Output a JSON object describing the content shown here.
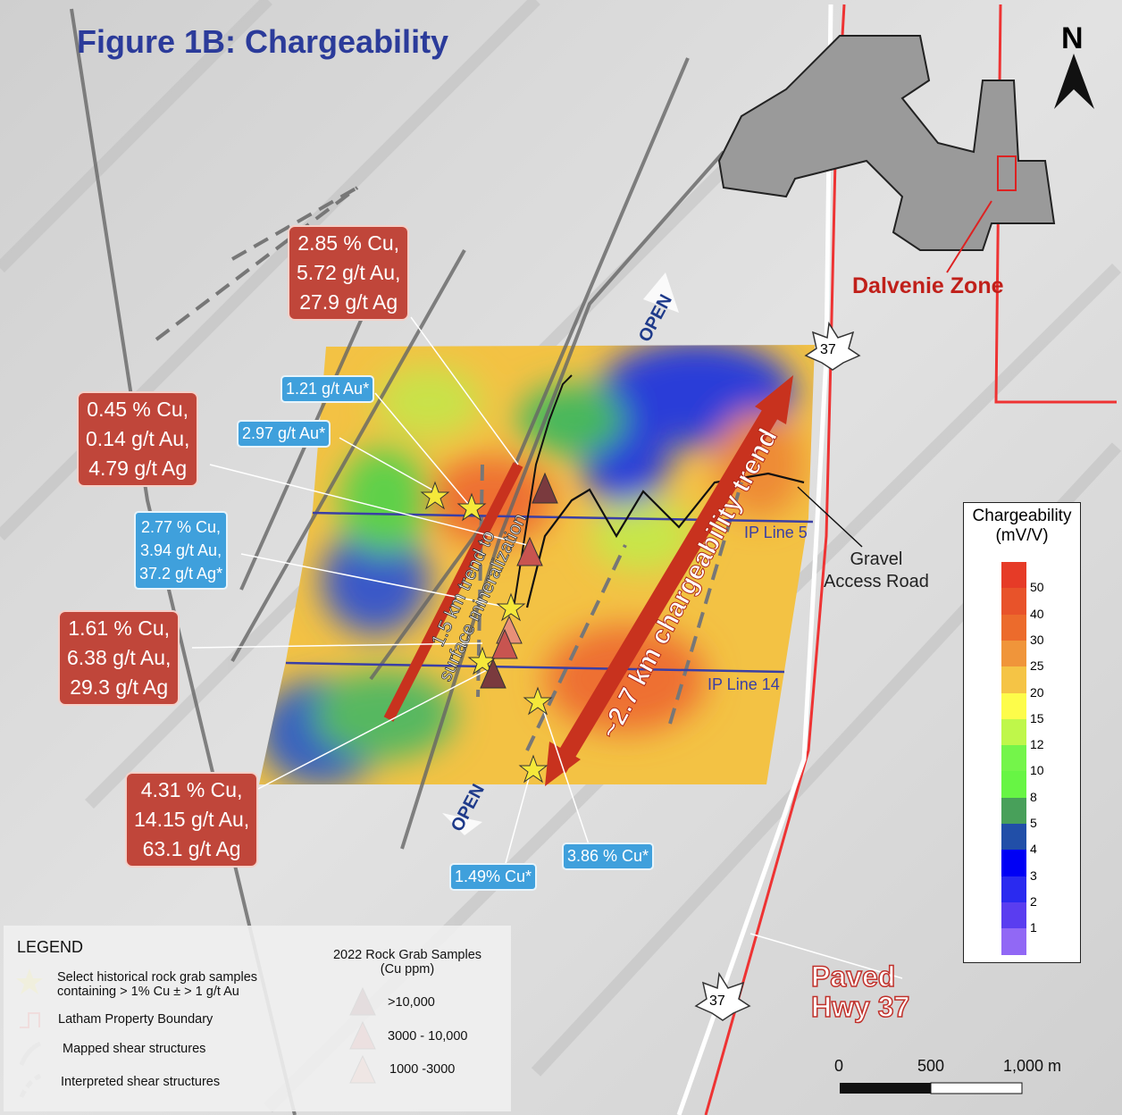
{
  "title": "Figure 1B: Chargeability",
  "north_label": "N",
  "zone_label": "Dalvenie Zone",
  "highway_shield": "37",
  "highway_label_line1": "Paved",
  "highway_label_line2": "Hwy 37",
  "road_label_line1": "Gravel",
  "road_label_line2": "Access Road",
  "ip_lines": [
    "IP Line 5",
    "IP Line 14"
  ],
  "open_labels": [
    "OPEN",
    "OPEN"
  ],
  "trend_labels": {
    "main": "~2.7 km chargeability trend",
    "secondary_line1": "1.5 km trend to",
    "secondary_line2": "surface mineralization"
  },
  "assay_boxes_red": [
    [
      "2.85 % Cu,",
      "5.72 g/t Au,",
      "27.9 g/t Ag"
    ],
    [
      "0.45 % Cu,",
      "0.14 g/t Au,",
      "4.79 g/t Ag"
    ],
    [
      "1.61 % Cu,",
      "6.38 g/t Au,",
      "29.3 g/t Ag"
    ],
    [
      "4.31 % Cu,",
      "14.15 g/t Au,",
      "63.1 g/t Ag"
    ]
  ],
  "assay_boxes_blue": [
    "1.21 g/t Au*",
    "2.97 g/t Au*",
    [
      "2.77 % Cu,",
      "3.94 g/t Au,",
      "37.2 g/t Ag*"
    ],
    "1.49% Cu*",
    "3.86 % Cu*"
  ],
  "colorbar": {
    "title_line1": "Chargeability",
    "title_line2": "(mV/V)",
    "labels": [
      "50",
      "40",
      "30",
      "25",
      "20",
      "15",
      "12",
      "10",
      "8",
      "5",
      "4",
      "3",
      "2",
      "1"
    ],
    "colors": [
      "#e63b27",
      "#e8532a",
      "#ec6b2c",
      "#f0953a",
      "#f5c445",
      "#fdfc4a",
      "#bff74a",
      "#74f54a",
      "#67f544",
      "#48a05a",
      "#214fa8",
      "#0000f5",
      "#2a2af0",
      "#5a3df0",
      "#9168f5"
    ]
  },
  "legend": {
    "title": "LEGEND",
    "items": [
      {
        "label_line1": "Select historical rock grab samples",
        "label_line2": "containing > 1% Cu ± > 1 g/t Au"
      },
      {
        "label_line1": "Latham Property Boundary"
      },
      {
        "label_line1": "Mapped shear structures"
      },
      {
        "label_line1": "Interpreted shear structures"
      }
    ],
    "samples_title_line1": "2022 Rock Grab Samples",
    "samples_title_line2": "(Cu ppm)",
    "samples": [
      {
        "label": ">10,000",
        "color": "#7a3a3e"
      },
      {
        "label": "3000 - 10,000",
        "color": "#c85450"
      },
      {
        "label": "1000 -3000",
        "color": "#e89078"
      }
    ]
  },
  "scale_bar": {
    "labels": [
      "0",
      "500",
      "1,000 m"
    ]
  }
}
